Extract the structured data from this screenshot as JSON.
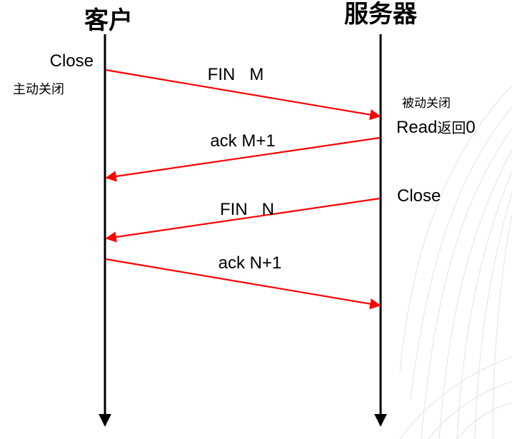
{
  "participants": {
    "client": "客户",
    "server": "服务器"
  },
  "annotations": {
    "client_close": "Close",
    "client_active_close": "主动关闭",
    "server_passive_close": "被动关闭",
    "server_read": "Read",
    "server_returns": "返回",
    "server_zero": "0",
    "server_close": "Close"
  },
  "messages": [
    {
      "label": "FIN   M",
      "from": "client",
      "to": "server"
    },
    {
      "label": "ack M+1",
      "from": "server",
      "to": "client"
    },
    {
      "label": "FIN   N",
      "from": "server",
      "to": "client"
    },
    {
      "label": "ack N+1",
      "from": "client",
      "to": "server"
    }
  ],
  "colors": {
    "message_arrow": "#ff0000",
    "lifeline": "#000000",
    "background_pattern": "#e6e6e6"
  }
}
